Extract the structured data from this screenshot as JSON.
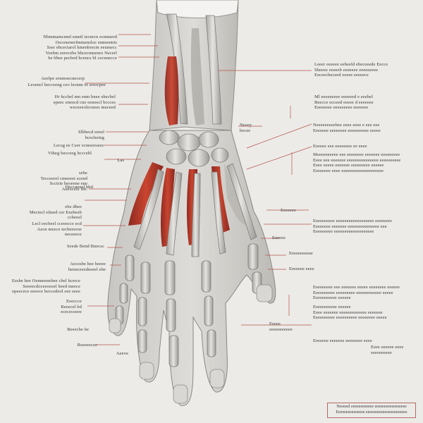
{
  "image": {
    "subject": "hand-anatomy-illustration",
    "colors": {
      "background": "#ecebe8",
      "bone": "#d8d6d2",
      "muscle": "#b5362a",
      "leader": "#b9544a",
      "text": "#3a3a3a"
    }
  },
  "labels_left": [
    {
      "id": "L1",
      "text": "Nbmmamcmnl emetl tecnrcn ecmmerd\nOsconenerfmmensloc enmeemts\nSser ehcectarol hmenbrecm eeumecc\nVoebm eerecebe hhcecmnenro Necerl\nhe hbee pecbed hcencs bl cecnnecce"
    },
    {
      "id": "L2",
      "text": "Aeelpe ernmoecnecerp"
    },
    {
      "id": "L3",
      "text": "Leoencl becceeng ceo lecnne et sreocpee"
    },
    {
      "id": "L4",
      "text": "Hr hccbel nm enm bnee ehecbel\nepeec eneecd cne eeneecl bccces\nweceeeolecnees meceed"
    },
    {
      "id": "L5",
      "text": "Slbbecd eeeel bcecheing"
    },
    {
      "id": "L6",
      "text": "Lecsg ee Ceer ecneeerseec"
    },
    {
      "id": "L7",
      "text": "Vtheg becceeg bcccebl"
    },
    {
      "id": "L8",
      "text": "Las"
    },
    {
      "id": "L9",
      "text": "sebe\nTecceerel cmeeeet scend\nScctrie heoeene ene\nAeexcele Mr."
    },
    {
      "id": "L10",
      "text": "Hecceeeel hbd"
    },
    {
      "id": "L11",
      "text": "ebe dbee\nMectecl elmed cer Eeebeeh ccbeeel"
    },
    {
      "id": "L12",
      "text": "Lecl eecbeel cceeecce ecd\nAecn meece tecbeeeroe neceeece"
    },
    {
      "id": "L13",
      "text": "Seede Bend Bnecsc"
    },
    {
      "id": "L14",
      "text": "Aecesbe hee beeee hennceeedeeeel ebe"
    },
    {
      "id": "L15",
      "text": "Eeshe hee Oenneenebee cbel hcerce\nSeeeecdoceeoeeel beed meece\nepeecece eeeece beccedeol eee eeee"
    },
    {
      "id": "L16",
      "text": "Eeeccce\nReeecel bd ecececeeee"
    },
    {
      "id": "L17",
      "text": "Beeecbe he"
    },
    {
      "id": "L18",
      "text": "Reeeeecee"
    },
    {
      "id": "L19",
      "text": "Aeeve"
    }
  ],
  "labels_right": [
    {
      "id": "R1",
      "text": "Leeer eeeeee eebeeld ebeceeede Eecce\nSheeee eeeeeb eeeeeee eeeeeeeee\nEeceecheceed eeeee eeeeece"
    },
    {
      "id": "R2",
      "text": "Ml eeeeeeeee eeeeeed e eeebel\nBeecce ecceed eeeee d eeeeeee\nEeeeeeee eeeeeeeee eeeeeee"
    },
    {
      "id": "R3",
      "text": "Neeey becee"
    },
    {
      "id": "R4",
      "text": "Neeeeeeeeebee eeee eeee e eee eee\nEeeeeee eeeeeeee eeeeeeeeee eeeee"
    },
    {
      "id": "R5",
      "text": "Eeeeee eee eeeeeeee ee eeee"
    },
    {
      "id": "R6",
      "text": "Meeeeeeeeee eee eeeeeeee eeeeeee eeeeeeeee\nEeee eee eeeeeee eeeeeeeeeeeeeee eeeeeeeeee\nEeee eeeee eeeeeee eeeeeeeee eeeeee\nEeeeeeee eeee eeeeeeeeeeeeeeeeeeee"
    },
    {
      "id": "R7",
      "text": "Eeeeeee"
    },
    {
      "id": "R8",
      "text": "Eeeeeeeeee eeeeeeeeeeeeeeeeee eeeeeeee\nEeeeeeee eeeeeee eeeeeeeeeeeeeee eee\nEeeeeeeee eeeeeeeeeeeeeeeeeee"
    },
    {
      "id": "R9",
      "text": "Eeeeee"
    },
    {
      "id": "R10",
      "text": "Eeeeeeeeeee"
    },
    {
      "id": "R11",
      "text": "Eeeeeee eeee"
    },
    {
      "id": "R12",
      "text": "Eeeeeeeee eee eeeeeee eeeee eeeeeeee eeeeee\nEeeeeeeeee eeeeeeeee eeeeeeeeeeee eeeee\nEeeeeeeeeee eeeeee"
    },
    {
      "id": "R13",
      "text": "Eeeeeeeeeee eeeeee\nEeee eeeeeee eeeeeeeeeeeee eeeeeee\nEeeeeeeeee eeeeeeeeee eeeeeeee eeeee"
    },
    {
      "id": "R14",
      "text": "Eeeee eeeeeeeeeee"
    },
    {
      "id": "R15",
      "text": "Eeeeeee eeeeeee eeeeeeee eeee"
    },
    {
      "id": "R16",
      "text": "Eeee eeeeee eeee eeeeeeeeee"
    }
  ],
  "box_note": {
    "text": "Neeeeel eeeeeeeeeeee eeeeeeeeeeeeeeeee\nEeeeeeeeeeeeeee eeeeeeeeeeeeeeeeeeeeee"
  }
}
